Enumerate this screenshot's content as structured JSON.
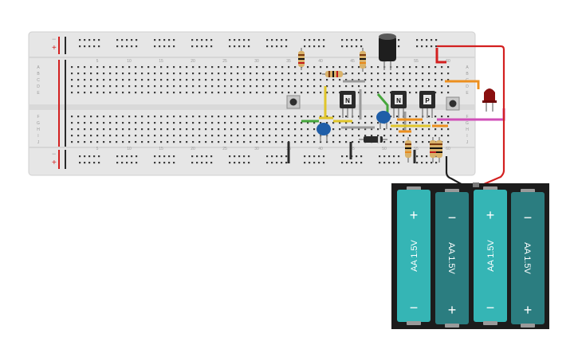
{
  "canvas": {
    "background": "#ffffff"
  },
  "breadboard": {
    "colors": {
      "board": "#e6e6e6",
      "hole": "#3c3c3c",
      "rail_red": "#d32020",
      "rail_dark": "#2a2a2a",
      "label": "#9a9a9a"
    },
    "top_sign": "+",
    "bottom_sign": "+",
    "rail_minus": "−",
    "column_numbers": [
      "5",
      "10",
      "15",
      "20",
      "25",
      "30",
      "35",
      "40",
      "45",
      "50",
      "55",
      "60"
    ],
    "row_letters_top": [
      "A",
      "B",
      "C",
      "D",
      "E"
    ],
    "row_letters_bottom": [
      "F",
      "G",
      "H",
      "I",
      "J"
    ]
  },
  "components": {
    "transistor_1_label": "N",
    "transistor_2_label": "N",
    "transistor_3_label": "P",
    "led_color": "#8a0f0f",
    "capacitor_color": "#1f5ea8",
    "electrolytic_color": "#1e1e1e"
  },
  "battery_pack": {
    "frame_color": "#1c1c1c",
    "cells": [
      {
        "label": "AA 1.5V",
        "top_sign": "+",
        "bottom_sign": "−",
        "color": "#35b5b5"
      },
      {
        "label": "AA 1.5V",
        "top_sign": "−",
        "bottom_sign": "+",
        "color": "#2b7d80"
      },
      {
        "label": "AA 1.5V",
        "top_sign": "+",
        "bottom_sign": "−",
        "color": "#35b5b5"
      },
      {
        "label": "AA 1.5V",
        "top_sign": "−",
        "bottom_sign": "+",
        "color": "#2b7d80"
      }
    ]
  }
}
